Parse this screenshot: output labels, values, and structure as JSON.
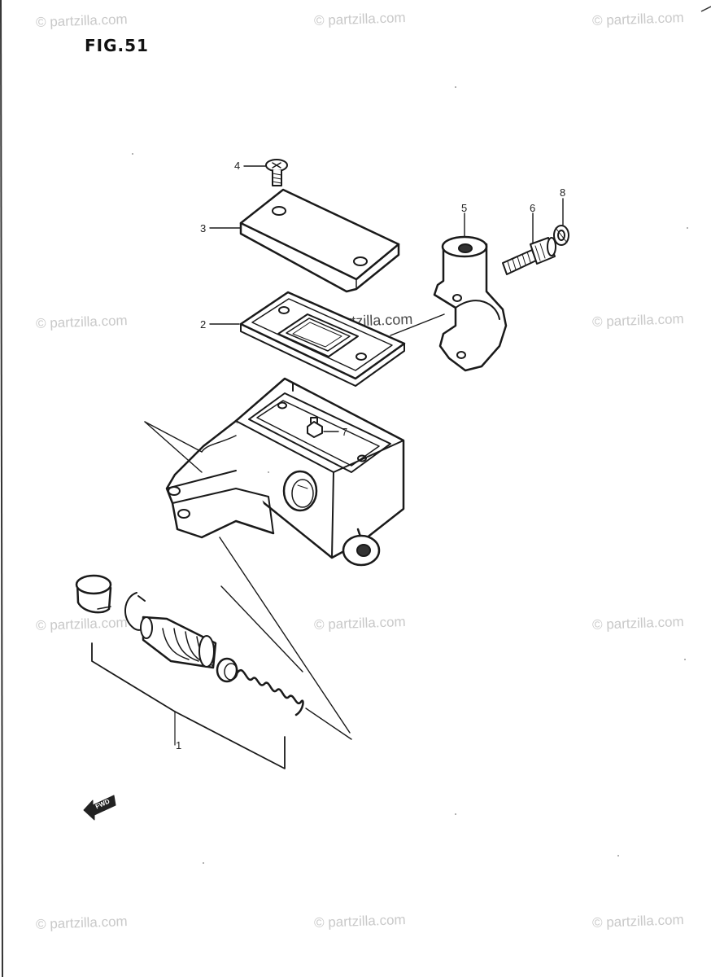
{
  "figure": {
    "title": "FIG.51"
  },
  "watermark": {
    "text": "© Partzilla.com",
    "text_alt": "© partzilla.com"
  },
  "callouts": [
    "1",
    "2",
    "3",
    "4",
    "5",
    "6",
    "7",
    "8"
  ],
  "fwd_label": "FWD",
  "colors": {
    "ink": "#1a1a1a",
    "watermark": "#c9c9c9"
  }
}
